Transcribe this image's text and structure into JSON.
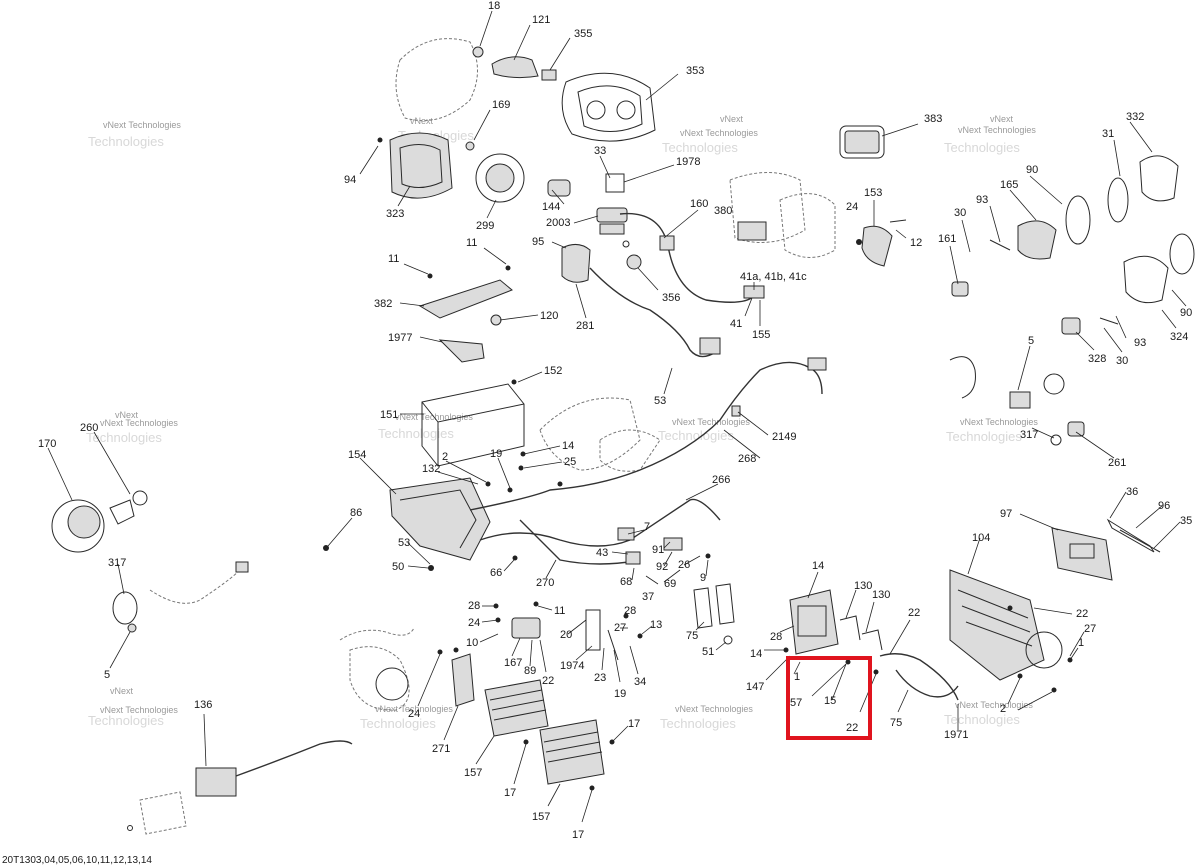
{
  "diagram": {
    "reference_code": "20T1303,04,05,06,10,11,12,13,14",
    "watermark": {
      "line1": "vNext Technologies",
      "line2": "Technologies",
      "line3": "vNext"
    },
    "highlight": {
      "color": "#e0141e"
    },
    "callouts": [
      {
        "id": "c18",
        "label": "18"
      },
      {
        "id": "c121",
        "label": "121"
      },
      {
        "id": "c355",
        "label": "355"
      },
      {
        "id": "c353",
        "label": "353"
      },
      {
        "id": "c169",
        "label": "169"
      },
      {
        "id": "c94",
        "label": "94"
      },
      {
        "id": "c323",
        "label": "323"
      },
      {
        "id": "c299",
        "label": "299"
      },
      {
        "id": "c33",
        "label": "33"
      },
      {
        "id": "c1978",
        "label": "1978"
      },
      {
        "id": "c144",
        "label": "144"
      },
      {
        "id": "c2003",
        "label": "2003"
      },
      {
        "id": "c95",
        "label": "95"
      },
      {
        "id": "c160",
        "label": "160"
      },
      {
        "id": "c380",
        "label": "380"
      },
      {
        "id": "c383",
        "label": "383"
      },
      {
        "id": "c153",
        "label": "153"
      },
      {
        "id": "c24a",
        "label": "24"
      },
      {
        "id": "c12",
        "label": "12"
      },
      {
        "id": "c332",
        "label": "332"
      },
      {
        "id": "c31",
        "label": "31"
      },
      {
        "id": "c90a",
        "label": "90"
      },
      {
        "id": "c165",
        "label": "165"
      },
      {
        "id": "c93a",
        "label": "93"
      },
      {
        "id": "c30a",
        "label": "30"
      },
      {
        "id": "c161",
        "label": "161"
      },
      {
        "id": "c90b",
        "label": "90"
      },
      {
        "id": "c324",
        "label": "324"
      },
      {
        "id": "c93b",
        "label": "93"
      },
      {
        "id": "c328",
        "label": "328"
      },
      {
        "id": "c30b",
        "label": "30"
      },
      {
        "id": "c11a",
        "label": "11"
      },
      {
        "id": "c11b",
        "label": "11"
      },
      {
        "id": "c382",
        "label": "382"
      },
      {
        "id": "c120",
        "label": "120"
      },
      {
        "id": "c1977",
        "label": "1977"
      },
      {
        "id": "c281",
        "label": "281"
      },
      {
        "id": "c356",
        "label": "356"
      },
      {
        "id": "c41abc",
        "label": "41a, 41b, 41c"
      },
      {
        "id": "c41",
        "label": "41"
      },
      {
        "id": "c155",
        "label": "155"
      },
      {
        "id": "c53a",
        "label": "53"
      },
      {
        "id": "c152",
        "label": "152"
      },
      {
        "id": "c151",
        "label": "151"
      },
      {
        "id": "c2149",
        "label": "2149"
      },
      {
        "id": "c14a",
        "label": "14"
      },
      {
        "id": "c25",
        "label": "25"
      },
      {
        "id": "c268",
        "label": "268"
      },
      {
        "id": "c5a",
        "label": "5"
      },
      {
        "id": "c317a",
        "label": "317"
      },
      {
        "id": "c261",
        "label": "261"
      },
      {
        "id": "c170",
        "label": "170"
      },
      {
        "id": "c260",
        "label": "260"
      },
      {
        "id": "c154",
        "label": "154"
      },
      {
        "id": "c2",
        "label": "2"
      },
      {
        "id": "c132",
        "label": "132"
      },
      {
        "id": "c19a",
        "label": "19"
      },
      {
        "id": "c266",
        "label": "266"
      },
      {
        "id": "c86",
        "label": "86"
      },
      {
        "id": "c53b",
        "label": "53"
      },
      {
        "id": "c50",
        "label": "50"
      },
      {
        "id": "c66",
        "label": "66"
      },
      {
        "id": "c270",
        "label": "270"
      },
      {
        "id": "c43",
        "label": "43"
      },
      {
        "id": "c7",
        "label": "7"
      },
      {
        "id": "c91",
        "label": "91"
      },
      {
        "id": "c92",
        "label": "92"
      },
      {
        "id": "c68",
        "label": "68"
      },
      {
        "id": "c37",
        "label": "37"
      },
      {
        "id": "c69",
        "label": "69"
      },
      {
        "id": "c26",
        "label": "26"
      },
      {
        "id": "c9",
        "label": "9"
      },
      {
        "id": "c97",
        "label": "97"
      },
      {
        "id": "c36",
        "label": "36"
      },
      {
        "id": "c96",
        "label": "96"
      },
      {
        "id": "c35",
        "label": "35"
      },
      {
        "id": "c104",
        "label": "104"
      },
      {
        "id": "c317b",
        "label": "317"
      },
      {
        "id": "c5b",
        "label": "5"
      },
      {
        "id": "c28a",
        "label": "28"
      },
      {
        "id": "c24b",
        "label": "24"
      },
      {
        "id": "c10",
        "label": "10"
      },
      {
        "id": "c167",
        "label": "167"
      },
      {
        "id": "c89",
        "label": "89"
      },
      {
        "id": "c22a",
        "label": "22"
      },
      {
        "id": "c11c",
        "label": "11"
      },
      {
        "id": "c20",
        "label": "20"
      },
      {
        "id": "c28b",
        "label": "28"
      },
      {
        "id": "c27a",
        "label": "27"
      },
      {
        "id": "c13",
        "label": "13"
      },
      {
        "id": "c1974",
        "label": "1974"
      },
      {
        "id": "c23",
        "label": "23"
      },
      {
        "id": "c19b",
        "label": "19"
      },
      {
        "id": "c34",
        "label": "34"
      },
      {
        "id": "c75a",
        "label": "75"
      },
      {
        "id": "c51",
        "label": "51"
      },
      {
        "id": "c14b",
        "label": "14"
      },
      {
        "id": "c130a",
        "label": "130"
      },
      {
        "id": "c130b",
        "label": "130"
      },
      {
        "id": "c22b",
        "label": "22"
      },
      {
        "id": "c28c",
        "label": "28"
      },
      {
        "id": "c14c",
        "label": "14"
      },
      {
        "id": "c147",
        "label": "147"
      },
      {
        "id": "c1a",
        "label": "1"
      },
      {
        "id": "c57",
        "label": "57"
      },
      {
        "id": "c15",
        "label": "15"
      },
      {
        "id": "c22c",
        "label": "22"
      },
      {
        "id": "c75b",
        "label": "75"
      },
      {
        "id": "c1971",
        "label": "1971"
      },
      {
        "id": "c22d",
        "label": "22"
      },
      {
        "id": "c27b",
        "label": "27"
      },
      {
        "id": "c1b",
        "label": "1"
      },
      {
        "id": "c2c",
        "label": "2"
      },
      {
        "id": "c136",
        "label": "136"
      },
      {
        "id": "c24c",
        "label": "24"
      },
      {
        "id": "c271",
        "label": "271"
      },
      {
        "id": "c157a",
        "label": "157"
      },
      {
        "id": "c17a",
        "label": "17"
      },
      {
        "id": "c17b",
        "label": "17"
      },
      {
        "id": "c157b",
        "label": "157"
      },
      {
        "id": "c17c",
        "label": "17"
      }
    ]
  }
}
